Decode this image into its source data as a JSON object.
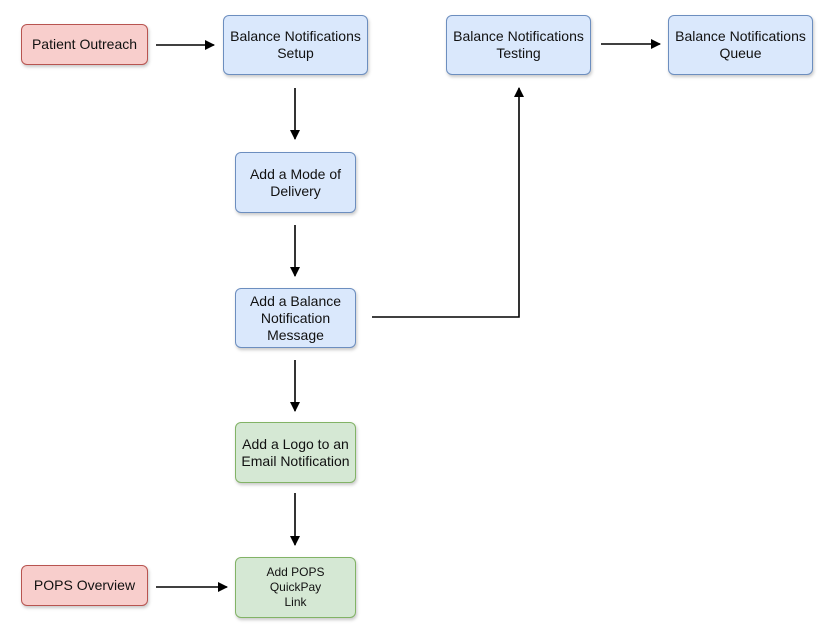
{
  "diagram": {
    "nodes": [
      {
        "id": "patient_outreach",
        "label": "Patient Outreach",
        "color": "red"
      },
      {
        "id": "bn_setup",
        "label": "Balance Notifications\nSetup",
        "color": "blue"
      },
      {
        "id": "bn_testing",
        "label": "Balance Notifications\nTesting",
        "color": "blue"
      },
      {
        "id": "bn_queue",
        "label": "Balance Notifications\nQueue",
        "color": "blue"
      },
      {
        "id": "mode_delivery",
        "label": "Add a Mode of\nDelivery",
        "color": "blue"
      },
      {
        "id": "bn_message",
        "label": "Add a Balance\nNotification\nMessage",
        "color": "blue"
      },
      {
        "id": "logo_email",
        "label": "Add a Logo to an\nEmail Notification",
        "color": "green"
      },
      {
        "id": "pops_overview",
        "label": "POPS Overview",
        "color": "red"
      },
      {
        "id": "pops_quickpay",
        "label": "Add POPS QuickPay\nLink",
        "color": "green"
      }
    ],
    "edges": [
      {
        "from": "patient_outreach",
        "to": "bn_setup"
      },
      {
        "from": "bn_setup",
        "to": "mode_delivery"
      },
      {
        "from": "mode_delivery",
        "to": "bn_message"
      },
      {
        "from": "bn_message",
        "to": "bn_testing"
      },
      {
        "from": "bn_testing",
        "to": "bn_queue"
      },
      {
        "from": "bn_message",
        "to": "logo_email"
      },
      {
        "from": "logo_email",
        "to": "pops_quickpay"
      },
      {
        "from": "pops_overview",
        "to": "pops_quickpay"
      }
    ],
    "colors": {
      "blue_fill": "#dae8fc",
      "blue_stroke": "#6c8ebf",
      "red_fill": "#f8cecc",
      "red_stroke": "#b85450",
      "green_fill": "#d5e8d4",
      "green_stroke": "#82b366",
      "edge": "#000000"
    }
  }
}
